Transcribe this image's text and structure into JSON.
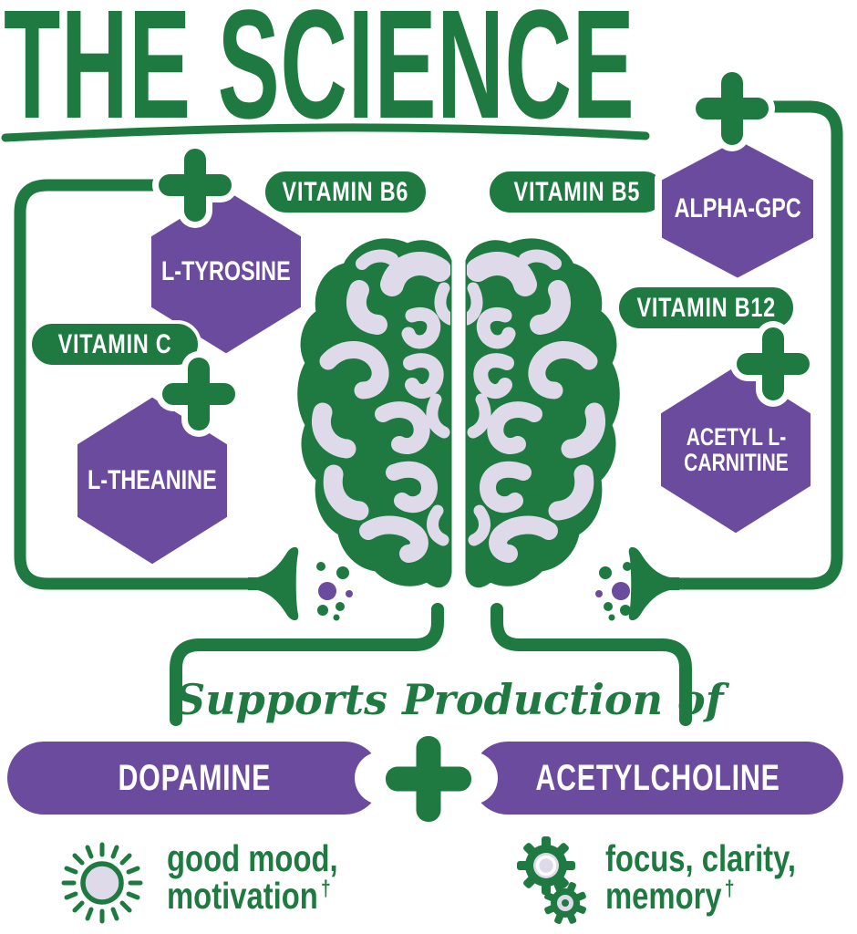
{
  "title": "THE SCIENCE",
  "colors": {
    "green": "#1E7A40",
    "purple": "#6A4B9E",
    "lavender": "#DFDAEA"
  },
  "ingredients": {
    "vitamin_b6": "VITAMIN B6",
    "l_tyrosine": "L-TYROSINE",
    "vitamin_c": "VITAMIN C",
    "l_theanine": "L-THEANINE",
    "vitamin_b5": "VITAMIN B5",
    "alpha_gpc": "ALPHA-GPC",
    "vitamin_b12": "VITAMIN B12",
    "acetyl_l_carnitine_line1": "ACETYL L-",
    "acetyl_l_carnitine_line2": "CARNITINE"
  },
  "supports_label": "Supports Production of",
  "neurotransmitters": {
    "left": "DOPAMINE",
    "right": "ACETYLCHOLINE"
  },
  "benefits": {
    "mood": {
      "line1": "good mood,",
      "line2": "motivation",
      "dagger": "†"
    },
    "focus": {
      "line1": "focus, clarity,",
      "line2": "memory",
      "dagger": "†"
    }
  }
}
